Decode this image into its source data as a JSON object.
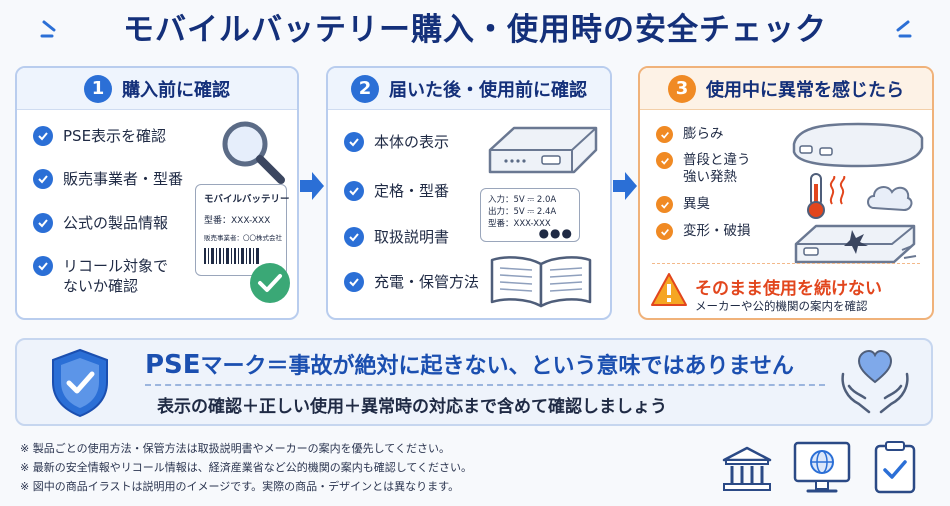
{
  "title": "モバイルバッテリー購入・使用時の安全チェック",
  "panels": [
    {
      "number": "1",
      "heading": "購入前に確認",
      "items": [
        "PSE表示を確認",
        "販売事業者・型番",
        "公式の製品情報",
        "リコール対象で",
        "ないか確認"
      ],
      "label_card": {
        "title": "モバイルバッテリー",
        "model": "型番：XXX-XXX",
        "seller": "販売事業者：〇〇株式会社"
      }
    },
    {
      "number": "2",
      "heading": "届いた後・使用前に確認",
      "items": [
        "本体の表示",
        "定格・型番",
        "取扱説明書",
        "充電・保管方法"
      ],
      "spec_card": {
        "input": "入力：5V ⎓ 2.0A",
        "output": "出力：5V ⎓ 2.4A",
        "model": "型番：XXX-XXX"
      }
    },
    {
      "number": "3",
      "heading": "使用中に異常を感じたら",
      "items": [
        "膨らみ",
        "普段と違う",
        "強い発熱",
        "異臭",
        "変形・破損"
      ],
      "warning_title": "そのまま使用を続けない",
      "warning_sub": "メーカーや公的機関の案内を確認"
    }
  ],
  "pse": {
    "mark": "PSE",
    "line": "マーク＝事故が絶対に起きない、という意味ではありません",
    "sub": "表示の確認＋正しい使用＋異常時の対応まで含めて確認しましょう"
  },
  "notes": [
    "※ 製品ごとの使用方法・保管方法は取扱説明書やメーカーの案内を優先してください。",
    "※ 最新の安全情報やリコール情報は、経済産業省など公的機関の案内も確認してください。",
    "※ 図中の商品イラストは説明用のイメージです。実際の商品・デザインとは異なります。"
  ],
  "colors": {
    "primary": "#2b6fd6",
    "navy": "#14307a",
    "orange": "#f08a24",
    "alert": "#e2461d",
    "ok_green": "#3aa876"
  },
  "icons": [
    "magnifier-icon",
    "check-icon",
    "battery-icon",
    "book-icon",
    "thermometer-icon",
    "smoke-icon",
    "warning-icon",
    "shield-icon",
    "heart-hands-icon",
    "government-building-icon",
    "web-monitor-icon",
    "checklist-icon"
  ]
}
